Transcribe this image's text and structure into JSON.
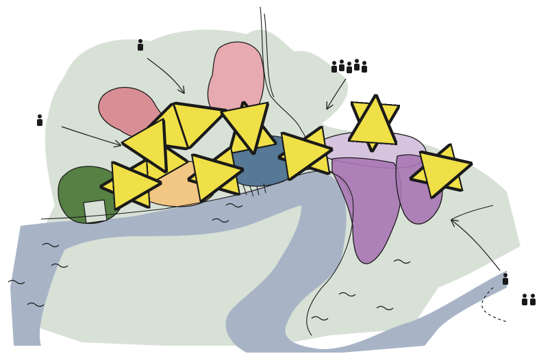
{
  "palette": {
    "land": "#d8e1d6",
    "water": "#a8b4c6",
    "red_zone": "#d9858e",
    "pink_zone": "#e7a7ae",
    "green_zone": "#4f7a3c",
    "orange_zone": "#f3c47e",
    "blue_zone": "#4f7393",
    "lavender_zone": "#d6c2df",
    "purple_zone": "#a877b4",
    "arrow": "#f0e047",
    "ink": "#1a1a1a"
  },
  "zones": [
    {
      "id": "zone-red",
      "color_key": "red_zone"
    },
    {
      "id": "zone-pink",
      "color_key": "pink_zone"
    },
    {
      "id": "zone-green",
      "color_key": "green_zone"
    },
    {
      "id": "zone-orange",
      "color_key": "orange_zone"
    },
    {
      "id": "zone-blue",
      "color_key": "blue_zone"
    },
    {
      "id": "zone-lavender",
      "color_key": "lavender_zone"
    },
    {
      "id": "zone-purple-left",
      "color_key": "purple_zone"
    },
    {
      "id": "zone-purple-right",
      "color_key": "purple_zone"
    }
  ],
  "people_icons": [
    {
      "id": "person-top",
      "count": 1
    },
    {
      "id": "person-left",
      "count": 1
    },
    {
      "id": "group-top-right",
      "count": 5
    },
    {
      "id": "person-bottom-right",
      "count": 1
    },
    {
      "id": "pair-bottom-right",
      "count": 2
    }
  ]
}
